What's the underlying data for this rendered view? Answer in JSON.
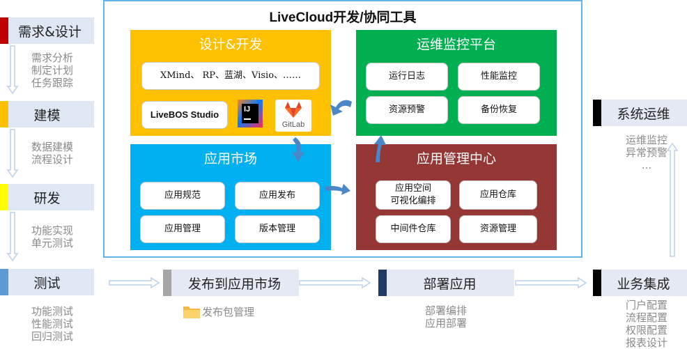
{
  "title": "LiveCloud开发/协同工具",
  "left_stages": [
    {
      "label": "需求&设计",
      "accent": "#c00000",
      "notes": "需求分析\n制定计划\n任务跟踪"
    },
    {
      "label": "建模",
      "accent": "#ffc000",
      "notes": "数据建模\n流程设计"
    },
    {
      "label": "研发",
      "accent": "#ffff00",
      "notes": "功能实现\n单元测试"
    },
    {
      "label": "测试",
      "accent": "#5b9bd5",
      "notes": "功能测试\n性能测试\n回归测试"
    }
  ],
  "panels": {
    "design": {
      "title": "设计&开发",
      "color": "#ffc000",
      "tools": "XMind、 RP、蓝湖、Visio、……",
      "studio": "LiveBOS Studio",
      "gitlab": "GitLab",
      "ij": "IJ"
    },
    "ops": {
      "title": "运维监控平台",
      "color": "#00b050",
      "cards": [
        "运行日志",
        "性能监控",
        "资源预警",
        "备份恢复"
      ]
    },
    "market": {
      "title": "应用市场",
      "color": "#00b0f0",
      "cards": [
        "应用规范",
        "应用发布",
        "应用管理",
        "版本管理"
      ]
    },
    "center": {
      "title": "应用管理中心",
      "color": "#953735",
      "cards": [
        "应用空间\n可视化编排",
        "应用仓库",
        "中间件仓库",
        "资源管理"
      ]
    }
  },
  "bottom_flow": [
    {
      "label": "发布到应用市场",
      "accent": "#a6a6a6",
      "note": "发布包管理"
    },
    {
      "label": "部署应用",
      "accent": "#1f3864",
      "note": "部署编排\n应用部署"
    },
    {
      "label": "业务集成",
      "accent": "#000000",
      "note": "门户配置\n流程配置\n权限配置\n报表设计"
    }
  ],
  "ops_stage": {
    "label": "系统运维",
    "accent": "#000000",
    "notes": "运维监控\n异常预警\n..."
  }
}
